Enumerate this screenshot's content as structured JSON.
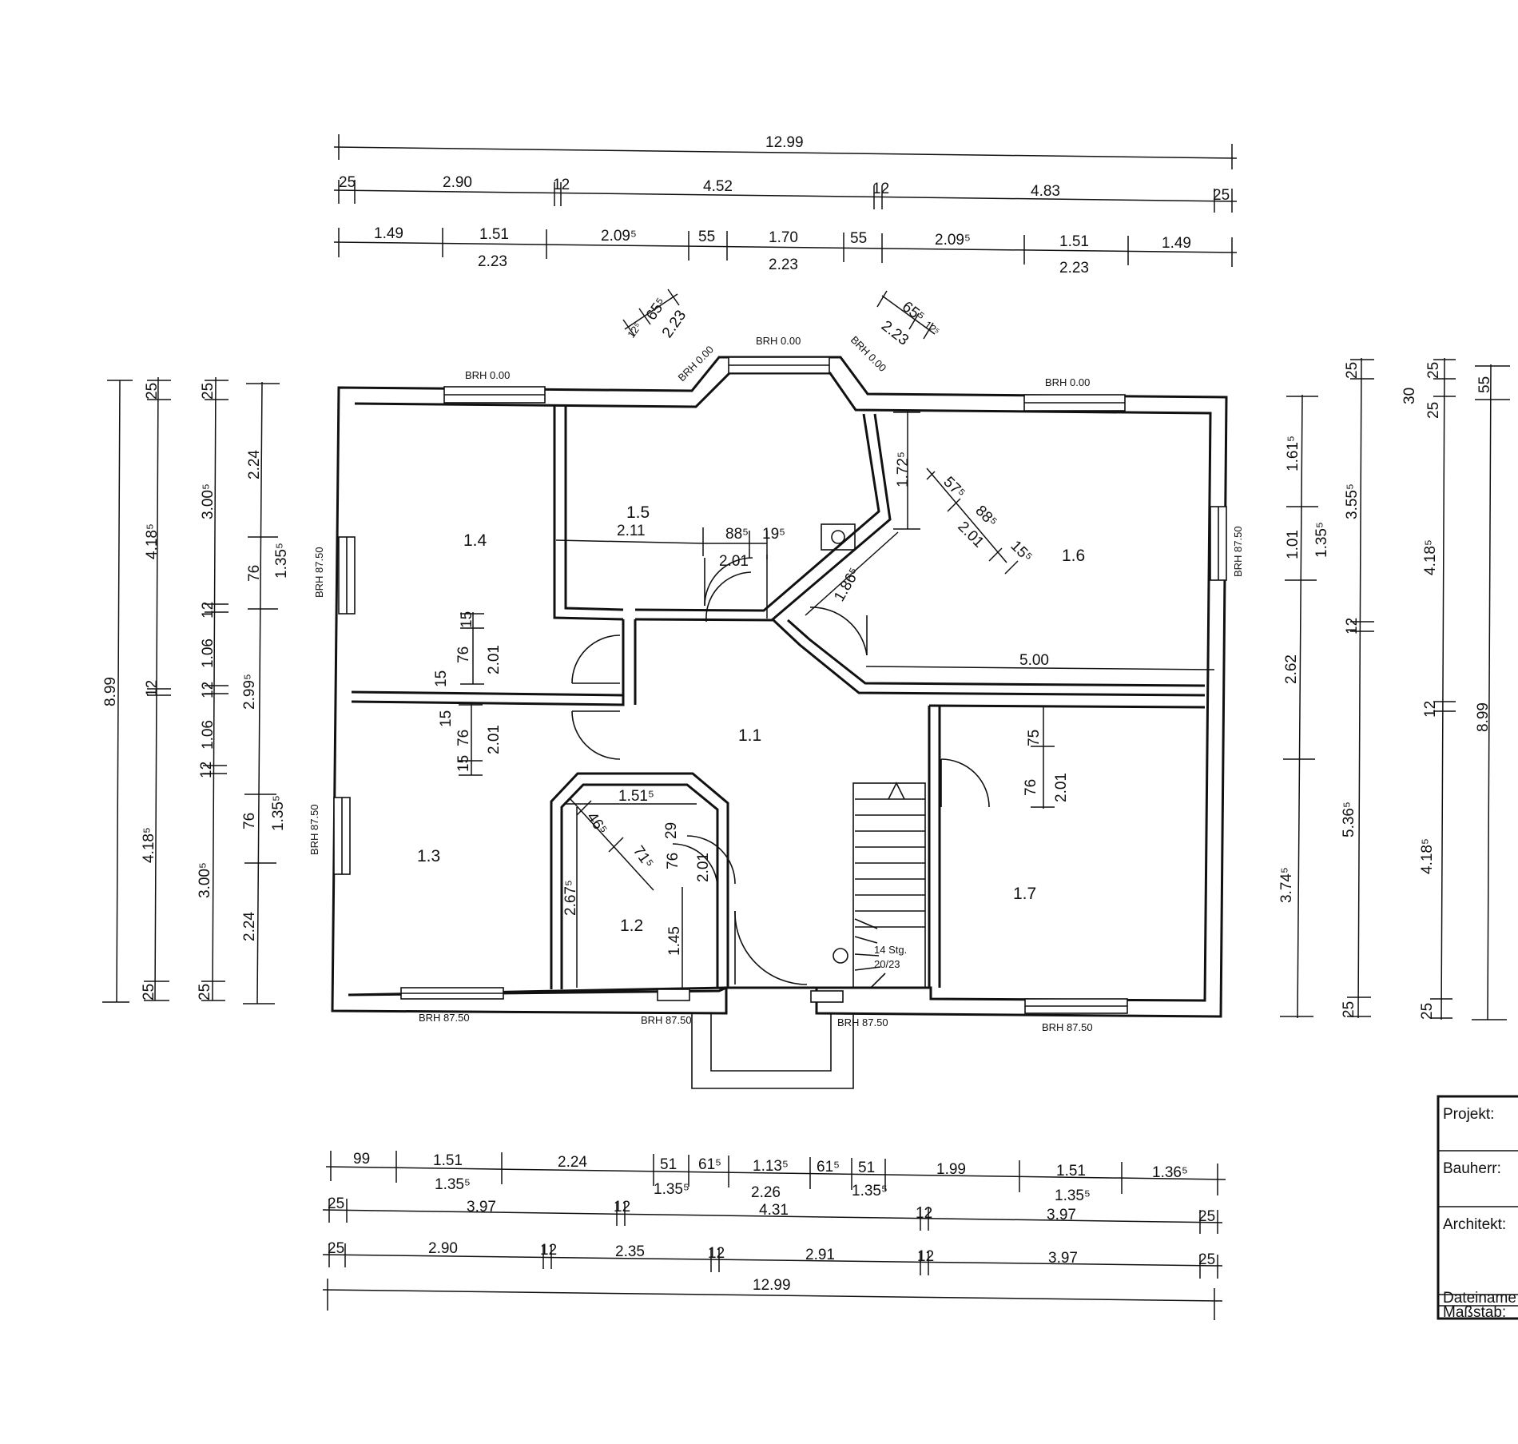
{
  "rooms": [
    "1.1",
    "1.2",
    "1.3",
    "1.4",
    "1.5",
    "1.6",
    "1.7"
  ],
  "brh": {
    "top_left": "BRH 0.00",
    "bay_left": "BRH 0.00",
    "bay_mid": "BRH 0.00",
    "bay_right": "BRH 0.00",
    "top_right": "BRH 0.00",
    "left_upper": "BRH 87.50",
    "left_lower": "BRH 87.50",
    "right": "BRH 87.50",
    "bottom_1": "BRH 87.50",
    "bottom_2": "BRH 87.50",
    "bottom_3": "BRH 87.50",
    "bottom_4": "BRH 87.50"
  },
  "stair_label": [
    "14 Stg.",
    "20/23"
  ],
  "top_dims": {
    "row1": [
      "12.99"
    ],
    "row2": [
      "25",
      "2.90",
      "12",
      "4.52",
      "12",
      "4.83",
      "25"
    ],
    "row3": [
      "1.49",
      "1.51",
      "2.09⁵",
      "55",
      "1.70",
      "55",
      "2.09⁵",
      "1.51",
      "1.49"
    ],
    "row3_sub": [
      "2.23",
      "2.23",
      "2.23"
    ],
    "bay_left": [
      "12⁵",
      "65⁵",
      "2.23"
    ],
    "bay_right": [
      "65⁵",
      "12⁵",
      "2.23"
    ]
  },
  "bottom_dims": {
    "row1": [
      "99",
      "1.51",
      "2.24",
      "51",
      "61⁵",
      "1.13⁵",
      "61⁵",
      "51",
      "1.99",
      "1.51",
      "1.36⁵"
    ],
    "row1_sub": [
      "1.35⁵",
      "1.35⁵",
      "2.26",
      "1.35⁵",
      "1.35⁵"
    ],
    "row2": [
      "25",
      "3.97",
      "12",
      "4.31",
      "12",
      "3.97",
      "25"
    ],
    "row3": [
      "25",
      "2.90",
      "12",
      "2.35",
      "12",
      "2.91",
      "12",
      "3.97",
      "25"
    ],
    "row4": [
      "12.99"
    ]
  },
  "left_dims": {
    "outer": "8.99",
    "col2": [
      "25",
      "4.18⁵",
      "12",
      "4.18⁵",
      "25"
    ],
    "col3": [
      "25",
      "3.00⁵",
      "12",
      "1.06",
      "12",
      "1.06",
      "12",
      "3.00⁵",
      "25"
    ],
    "col4": [
      "2.24",
      "76",
      "1.35⁵",
      "2.99⁵",
      "76",
      "1.35⁵",
      "2.24"
    ]
  },
  "right_dims": {
    "col1": [
      "1.61⁵",
      "1.01",
      "1.35⁵",
      "2.62",
      "3.74⁵",
      "25"
    ],
    "col2": [
      "25",
      "3.55⁵",
      "12",
      "5.36⁵",
      "25"
    ],
    "col3": [
      "30",
      "25",
      "25",
      "4.18⁵",
      "12",
      "4.18⁵",
      "25"
    ],
    "col4": [
      "55",
      "8.99"
    ]
  },
  "interior_dims": {
    "room15": [
      "2.11",
      "88⁵",
      "19⁵",
      "2.01"
    ],
    "room16": [
      "1.72⁵",
      "57⁵",
      "88⁵",
      "2.01",
      "15⁵",
      "1.86⁵",
      "5.00"
    ],
    "room14": [
      "15",
      "76",
      "2.01",
      "15"
    ],
    "room13": [
      "15",
      "76",
      "2.01",
      "15"
    ],
    "room12": [
      "1.51⁵",
      "46⁵",
      "71⁵",
      "29",
      "76",
      "2.01",
      "2.67⁵",
      "1.45"
    ],
    "room17": [
      "75",
      "76",
      "2.01"
    ]
  },
  "title_block": {
    "projekt": "Projekt:",
    "bauherr": "Bauherr:",
    "architekt": "Architekt:",
    "dateiname": "Dateiname",
    "massstab": "Maßstab:"
  }
}
